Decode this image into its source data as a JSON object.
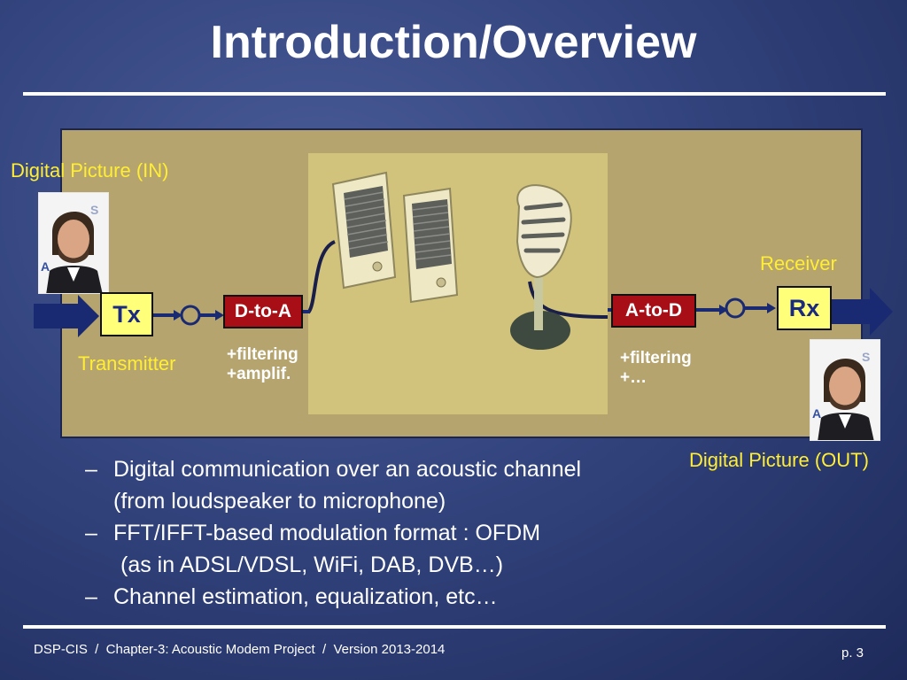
{
  "title": "Introduction/Overview",
  "diagram": {
    "digital_in": "Digital Picture (IN)",
    "digital_out": "Digital Picture (OUT)",
    "tx_label": "Tx",
    "rx_label": "Rx",
    "transmitter": "Transmitter",
    "receiver": "Receiver",
    "d_to_a": "D-to-A",
    "a_to_d": "A-to-D",
    "tx_notes": [
      "+filtering",
      "+amplif."
    ],
    "rx_notes": [
      "+filtering",
      "+…"
    ]
  },
  "bullets": [
    {
      "dash": "–",
      "lines": [
        "Digital communication over an acoustic channel",
        "(from loudspeaker to microphone)"
      ]
    },
    {
      "dash": "–",
      "lines": [
        "FFT/IFFT-based modulation format : OFDM",
        "(as in ADSL/VDSL, WiFi, DAB, DVB…)"
      ]
    },
    {
      "dash": "–",
      "lines": [
        "Channel estimation, equalization, etc…"
      ]
    }
  ],
  "footer": {
    "left": "DSP-CIS  /  Chapter-3: Acoustic Modem Project  /  Version 2013-2014",
    "page": "p. 3"
  },
  "colors": {
    "background": "#33447e",
    "panel": "#b5a46e",
    "label_yellow": "#ffee33",
    "block_red": "#a80e15",
    "block_yellow": "#ffff7a"
  },
  "icons": [
    "speaker-icon",
    "microphone-icon",
    "portrait-photo",
    "arrow-icon",
    "circle-node-icon"
  ]
}
